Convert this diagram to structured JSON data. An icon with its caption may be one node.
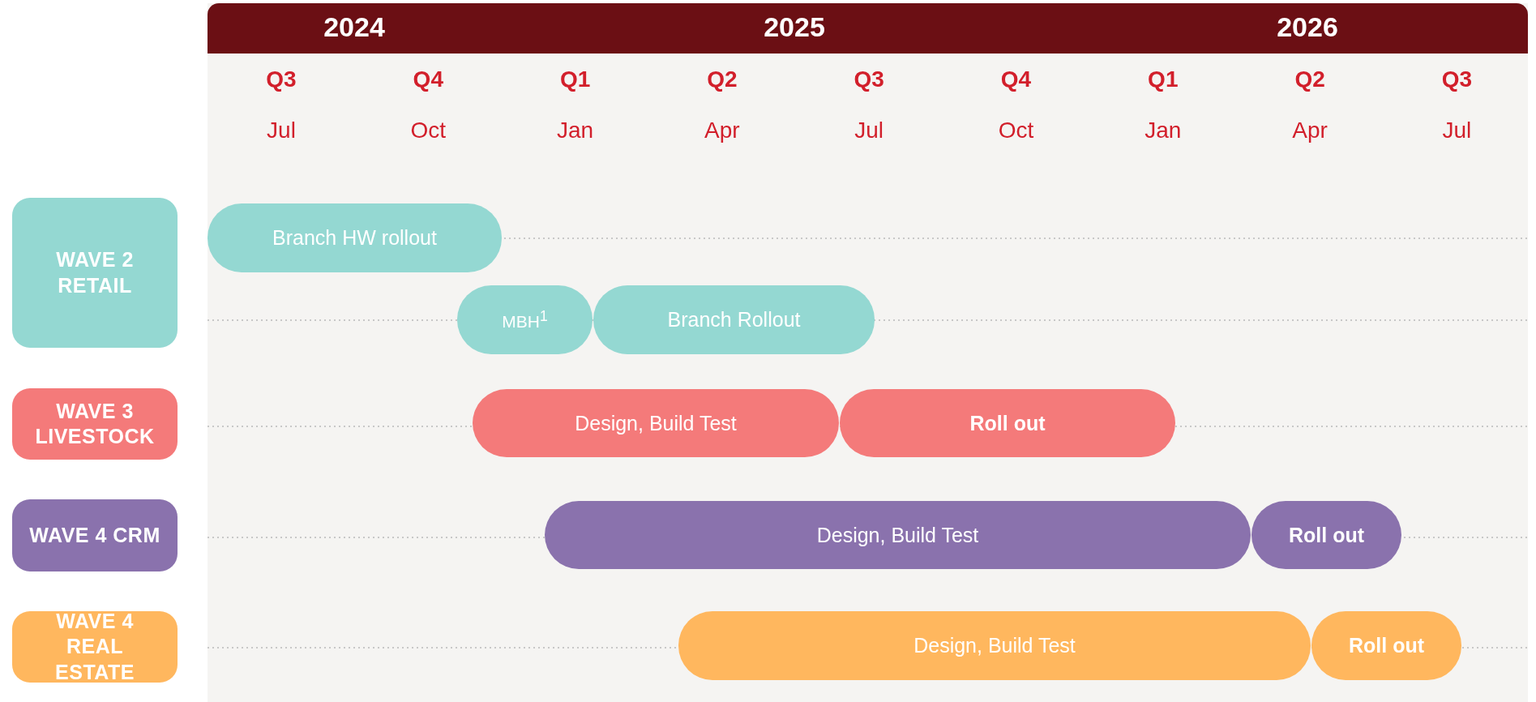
{
  "diagram": {
    "nodes": [
      {
        "text": [
          "WAVE 2 RETAIL"
        ]
      },
      {
        "text": [
          "Branch HW rollout"
        ]
      },
      {
        "text": [
          "MBH$^{1}$"
        ]
      },
      {
        "text": [
          "Branch Rollout"
        ]
      },
      {
        "text": [
          "WAVE 3 LIVESTOCK"
        ]
      },
      {
        "text": [
          "Design, Build Test"
        ]
      },
      {
        "text": [
          "Roll out"
        ]
      },
      {
        "text": [
          "WAVE 4 CRM"
        ]
      },
      {
        "text": [
          "Design, Build Test"
        ]
      },
      {
        "text": [
          "Roll out"
        ]
      },
      {
        "text": [
          "WAVE 4 REAL ESTATE"
        ]
      },
      {
        "text": [
          "Design, Build Test"
        ]
      },
      {
        "text": [
          "Roll out"
        ]
      }
    ],
    "labels": [
      "2024",
      "2025",
      "2026",
      "Q3",
      "Q4",
      "Q1",
      "Q2",
      "Q3",
      "Q4",
      "Q1",
      "Q2",
      "Q3",
      "Jul",
      "Oct",
      "Jan",
      "Apr",
      "Jul",
      "Oct",
      "Jan",
      "Apr",
      "Jul"
    ]
  }
}
